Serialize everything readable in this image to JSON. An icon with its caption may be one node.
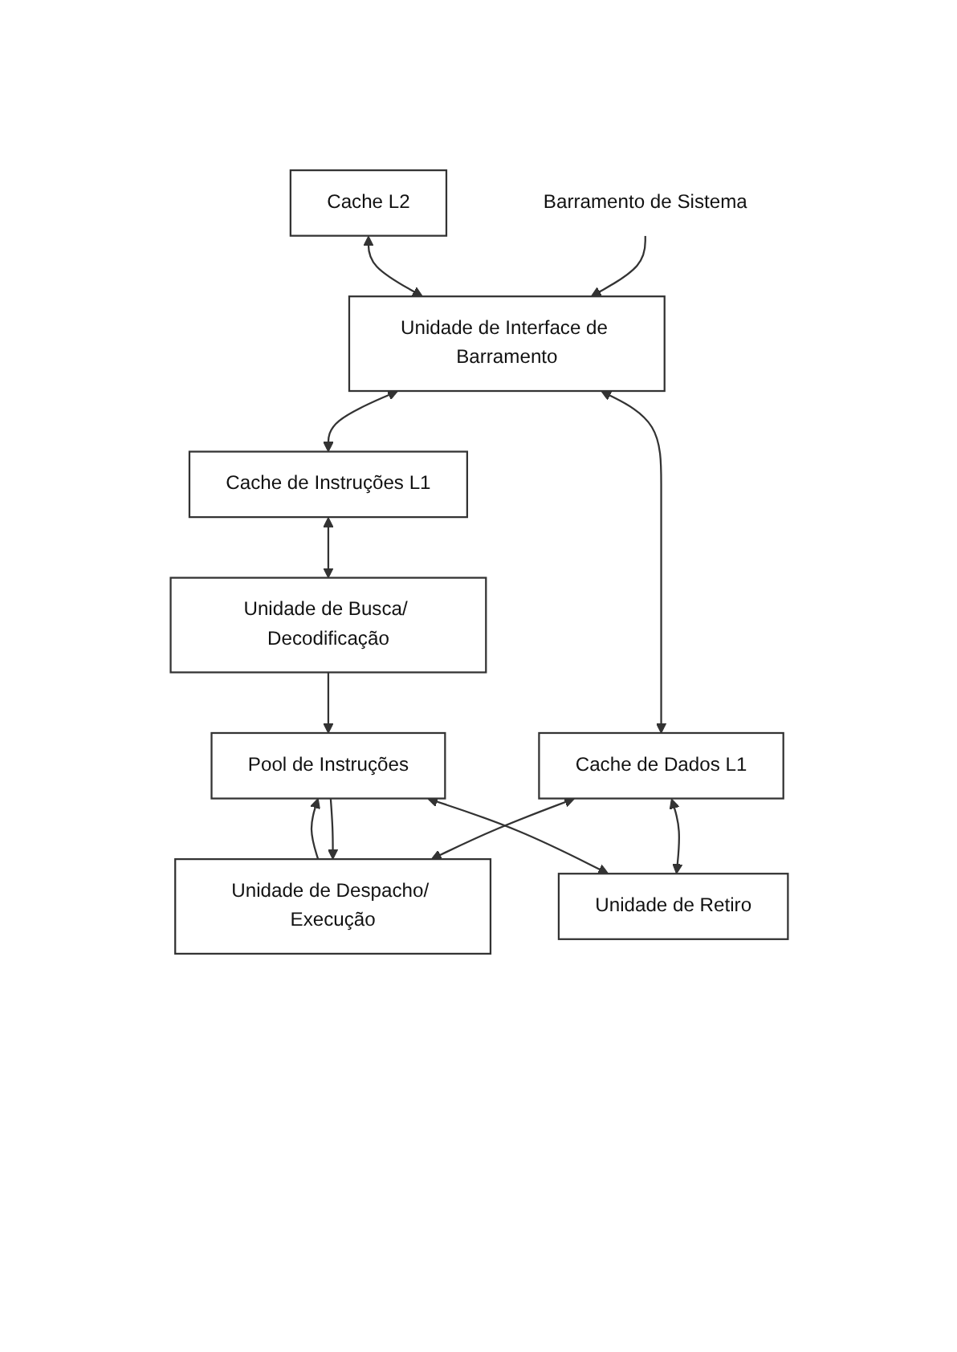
{
  "diagram": {
    "nodes": [
      {
        "text": [
          "Barramento de Sistema"
        ]
      },
      {
        "text": [
          "Cache L2"
        ]
      },
      {
        "text": [
          "Unidade de Interface de Barramento"
        ]
      },
      {
        "text": [
          "Cache de Instruções L1"
        ]
      },
      {
        "text": [
          "Cache de Dados L1"
        ]
      },
      {
        "text": [
          "Unidade de Busca/ Decodificação"
        ]
      },
      {
        "text": [
          "Unidade de Despacho/ Execução"
        ]
      },
      {
        "text": [
          "Unidade de Retiro"
        ]
      },
      {
        "text": [
          "Pool de Instruções"
        ]
      }
    ],
    "edges": [
      {
        "from": 0,
        "to": 2,
        "arrow": "to"
      },
      {
        "from": 1,
        "to": 2,
        "arrow": "both"
      },
      {
        "from": 2,
        "to": 3,
        "arrow": "both"
      },
      {
        "from": 2,
        "to": 4,
        "arrow": "both"
      },
      {
        "from": 3,
        "to": 5,
        "arrow": "both"
      },
      {
        "from": 4,
        "to": 6,
        "arrow": "both"
      },
      {
        "from": 4,
        "to": 7,
        "arrow": "both"
      },
      {
        "from": 5,
        "to": 8,
        "arrow": "to"
      },
      {
        "from": 8,
        "to": 6,
        "arrow": "to"
      },
      {
        "from": 6,
        "to": 8,
        "arrow": "to"
      },
      {
        "from": 8,
        "to": 7,
        "arrow": "both"
      }
    ]
  }
}
